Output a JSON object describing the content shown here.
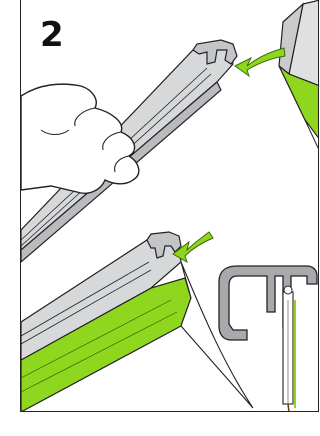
{
  "step": {
    "number": "2"
  },
  "colors": {
    "accent_green": "#8fd61f",
    "profile_gray": "#cfd1d3",
    "profile_light": "#e6e7e8",
    "profile_dark": "#9a9c9f",
    "outline": "#222222"
  },
  "illustrations": [
    "profile-rail-with-hand",
    "fabric-edge-insert",
    "assembled-profile",
    "profile-cross-section"
  ]
}
